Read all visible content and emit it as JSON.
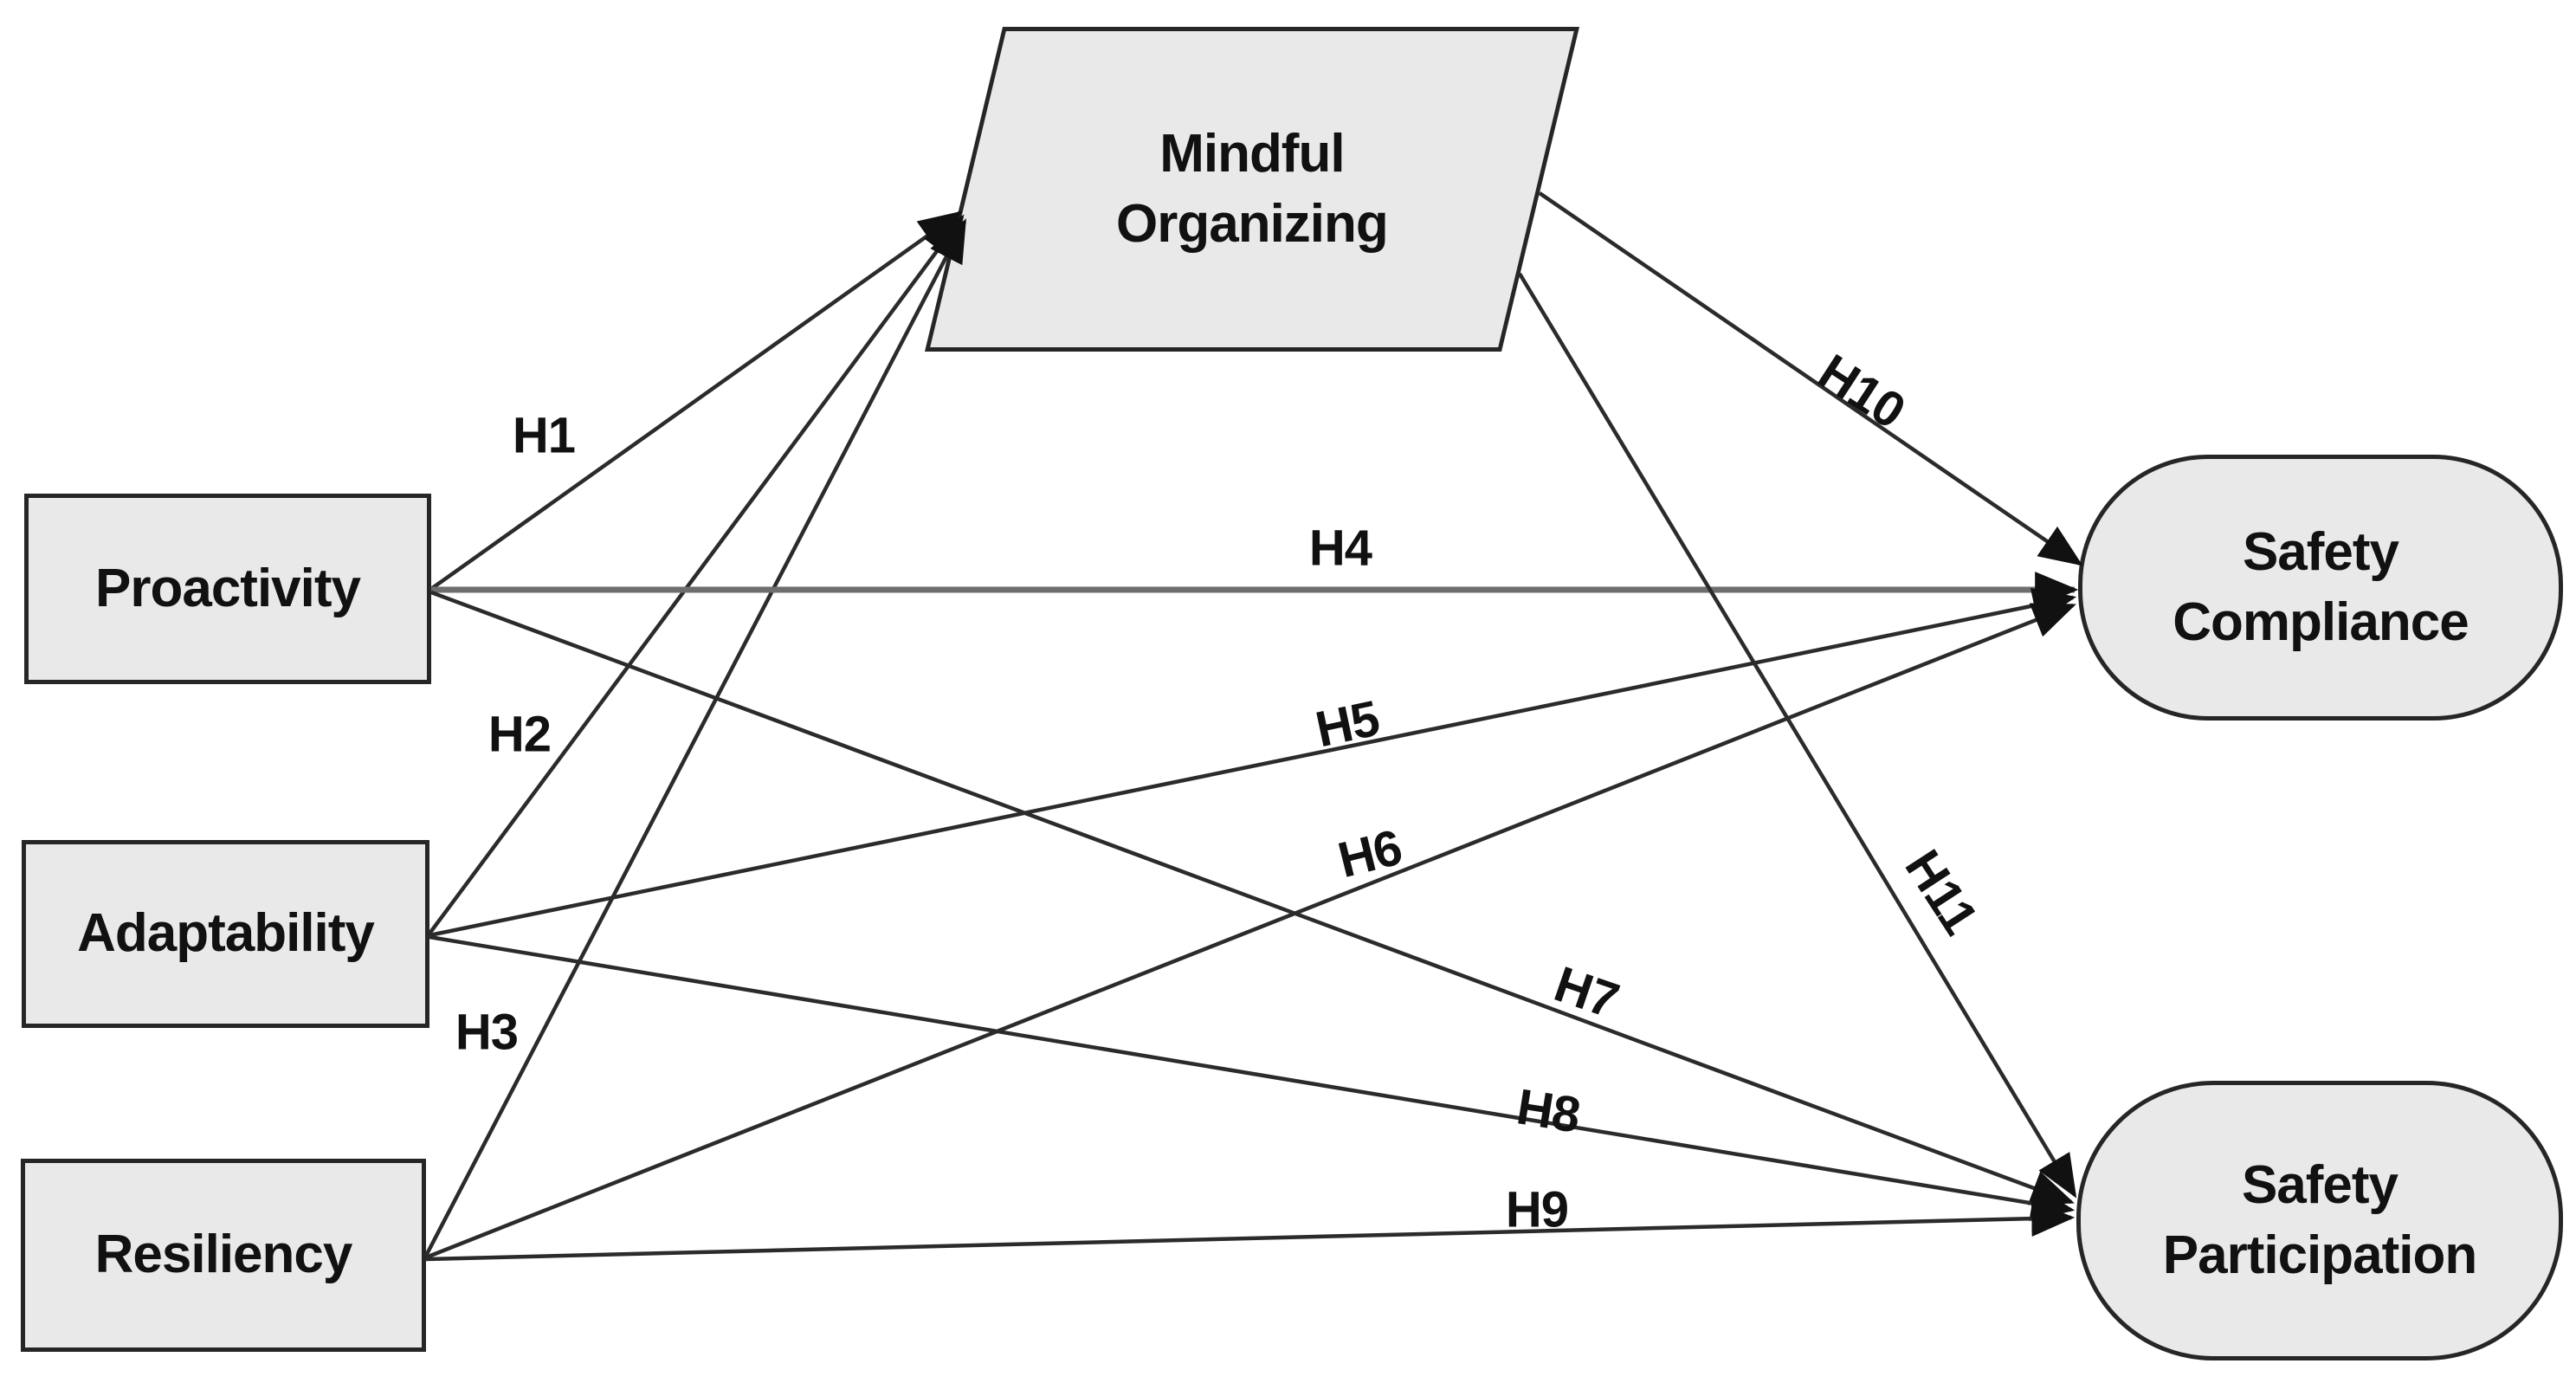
{
  "diagram": {
    "type": "path-model",
    "colors": {
      "background": "#ffffff",
      "node_fill": "#e9e9e9",
      "node_border": "#262626",
      "line": "#2b2b2b",
      "h4_line": "#6e6e6e",
      "label_text": "#111111",
      "arrowhead": "#111111"
    },
    "nodes": {
      "proactivity": {
        "label": "Proactivity",
        "shape": "rectangle"
      },
      "adaptability": {
        "label": "Adaptability",
        "shape": "rectangle"
      },
      "resiliency": {
        "label": "Resiliency",
        "shape": "rectangle"
      },
      "mindful_organizing": {
        "label": "Mindful\nOrganizing",
        "shape": "parallelogram"
      },
      "safety_compliance": {
        "label": "Safety\nCompliance",
        "shape": "rounded-rectangle"
      },
      "safety_participation": {
        "label": "Safety\nParticipation",
        "shape": "rounded-rectangle"
      }
    },
    "paths": [
      {
        "id": "H1",
        "label": "H1",
        "from": "proactivity",
        "to": "mindful_organizing"
      },
      {
        "id": "H2",
        "label": "H2",
        "from": "adaptability",
        "to": "mindful_organizing"
      },
      {
        "id": "H3",
        "label": "H3",
        "from": "resiliency",
        "to": "mindful_organizing"
      },
      {
        "id": "H4",
        "label": "H4",
        "from": "proactivity",
        "to": "safety_compliance"
      },
      {
        "id": "H5",
        "label": "H5",
        "from": "adaptability",
        "to": "safety_compliance"
      },
      {
        "id": "H6",
        "label": "H6",
        "from": "resiliency",
        "to": "safety_compliance"
      },
      {
        "id": "H7",
        "label": "H7",
        "from": "proactivity",
        "to": "safety_participation"
      },
      {
        "id": "H8",
        "label": "H8",
        "from": "adaptability",
        "to": "safety_participation"
      },
      {
        "id": "H9",
        "label": "H9",
        "from": "resiliency",
        "to": "safety_participation"
      },
      {
        "id": "H10",
        "label": "H10",
        "from": "mindful_organizing",
        "to": "safety_compliance"
      },
      {
        "id": "H11",
        "label": "H11",
        "from": "mindful_organizing",
        "to": "safety_participation"
      }
    ]
  }
}
